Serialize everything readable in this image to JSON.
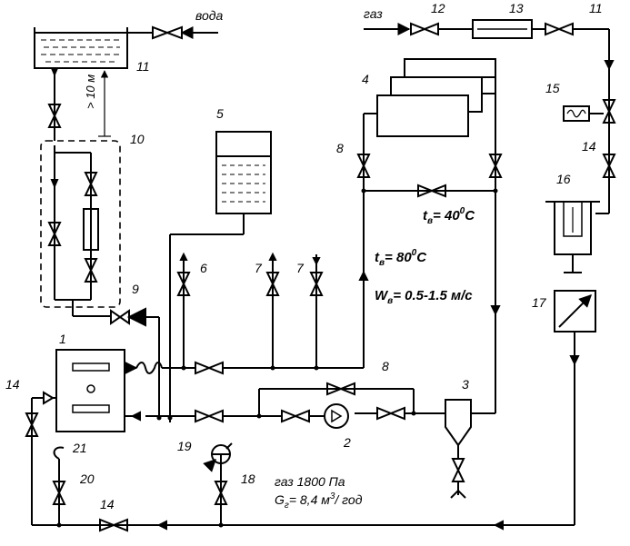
{
  "labels": {
    "water": "вода",
    "gas_in": "газ",
    "height": "> 10 м",
    "t_hot": "t",
    "t_hot_sub": "в",
    "t_hot_val": "= 80",
    "t_hot_sup": "0",
    "t_hot_unit": "C",
    "t_cold": "t",
    "t_cold_sub": "в",
    "t_cold_val": "= 40",
    "t_cold_sup": "0",
    "t_cold_unit": "C",
    "w_label": "W",
    "w_sub": "в",
    "w_val": "= 0.5-1.5 м/с",
    "gas_pressure": "газ 1800 Па",
    "gas_flow_g": "G",
    "gas_flow_sub": "г",
    "gas_flow_val": "= 8,4 м",
    "gas_flow_sup": "3",
    "gas_flow_unit": "/ год"
  },
  "numbers": {
    "n1": "1",
    "n2": "2",
    "n3": "3",
    "n4": "4",
    "n5": "5",
    "n6": "6",
    "n7a": "7",
    "n7b": "7",
    "n8a": "8",
    "n8b": "8",
    "n9": "9",
    "n10": "10",
    "n11a": "11",
    "n11b": "11",
    "n12": "12",
    "n13": "13",
    "n14a": "14",
    "n14b": "14",
    "n14c": "14",
    "n15": "15",
    "n16": "16",
    "n17": "17",
    "n18": "18",
    "n19": "19",
    "n20": "20",
    "n21": "21"
  }
}
